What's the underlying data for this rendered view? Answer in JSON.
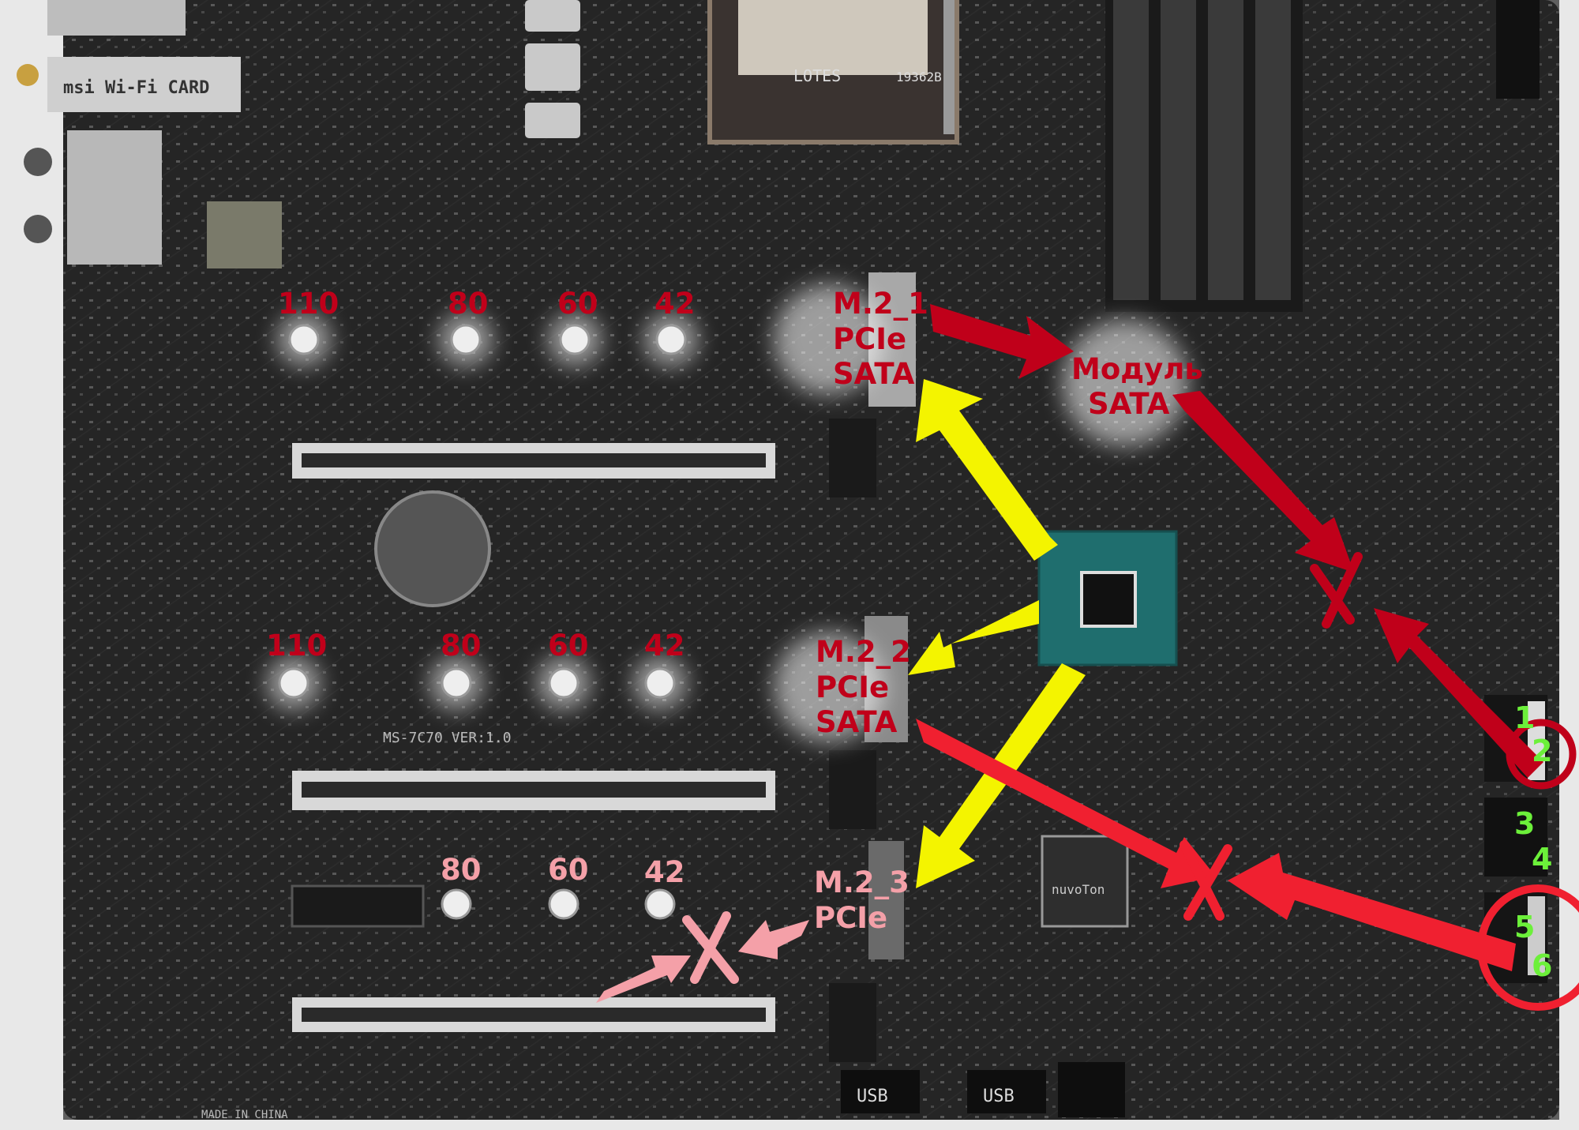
{
  "standoff_labels": {
    "row1": [
      "110",
      "80",
      "60",
      "42"
    ],
    "row2": [
      "110",
      "80",
      "60",
      "42"
    ],
    "row3": [
      "80",
      "60",
      "42"
    ]
  },
  "m2_1": {
    "name": "M.2_1",
    "line2": "PCIe",
    "line3": "SATA"
  },
  "m2_2": {
    "name": "M.2_2",
    "line2": "PCIe",
    "line3": "SATA"
  },
  "m2_3": {
    "name": "M.2_3",
    "line2": "PCIe"
  },
  "sata_module": {
    "line1": "Модуль",
    "line2": "SATA"
  },
  "sata_ports": [
    "1",
    "2",
    "3",
    "4",
    "5",
    "6"
  ],
  "board_text": {
    "wifi_card": "msi Wi-Fi CARD",
    "socket": "LOTES",
    "socket_code": "19362B",
    "model": "MS-7C70 VER:1.0",
    "superio": "nuvoTon",
    "made_in": "MADE IN CHINA",
    "usb1": "USB",
    "usb2": "USB"
  },
  "colors": {
    "board": "#242424",
    "red_arrow": "#c0001a",
    "light_red": "#f02030",
    "pink": "#f4a0a8",
    "yellow_arrow": "#f4f400",
    "port_numbers": "#6cf03a",
    "chipset": "#1f6e6e"
  }
}
